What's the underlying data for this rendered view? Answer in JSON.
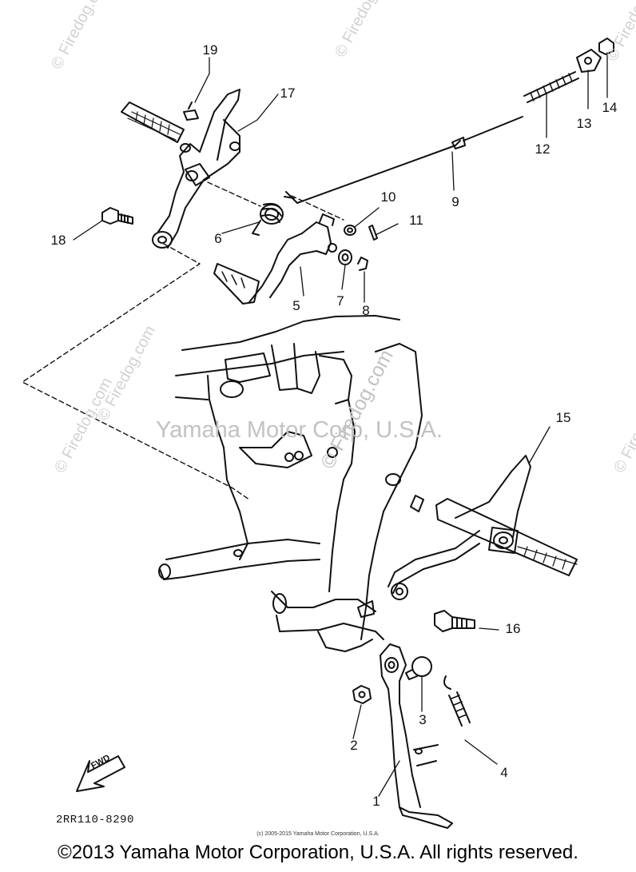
{
  "watermarks": {
    "main": "Yamaha Motor Corp, U.S.A.",
    "firedog": "© Firedog.com",
    "corner": "© Firedog.com"
  },
  "callouts": {
    "p1": "1",
    "p2": "2",
    "p3": "3",
    "p4": "4",
    "p5": "5",
    "p6": "6",
    "p7": "7",
    "p8": "8",
    "p9": "9",
    "p10": "10",
    "p11": "11",
    "p12": "12",
    "p13": "13",
    "p14": "14",
    "p15": "15",
    "p16": "16",
    "p17": "17",
    "p18": "18",
    "p19": "19"
  },
  "direction_arrow": "FWD",
  "part_code": "2RR110-8290",
  "small_credit": "(c) 2005-2015 Yamaha Motor Corporation, U.S.A.",
  "copyright": "©2013 Yamaha Motor Corporation, U.S.A. All rights reserved."
}
